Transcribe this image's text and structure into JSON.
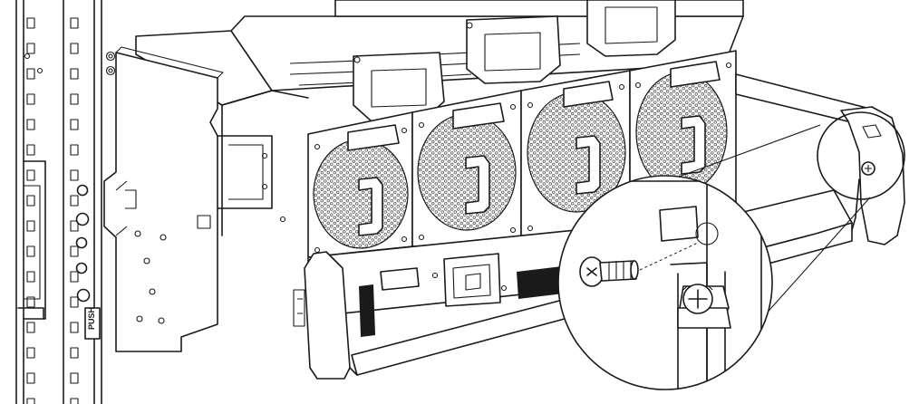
{
  "figure": {
    "rack_label": "PUSH",
    "fan_count": 4,
    "colors": {
      "line": "#1a1a1a",
      "fill": "#ffffff",
      "shade": "#e6e6e6",
      "strip": "#1a1a1a"
    },
    "icons": [
      "fan-grille",
      "screw",
      "captive-thumbscrew",
      "rack-rail",
      "handle",
      "callout-zoom"
    ]
  }
}
